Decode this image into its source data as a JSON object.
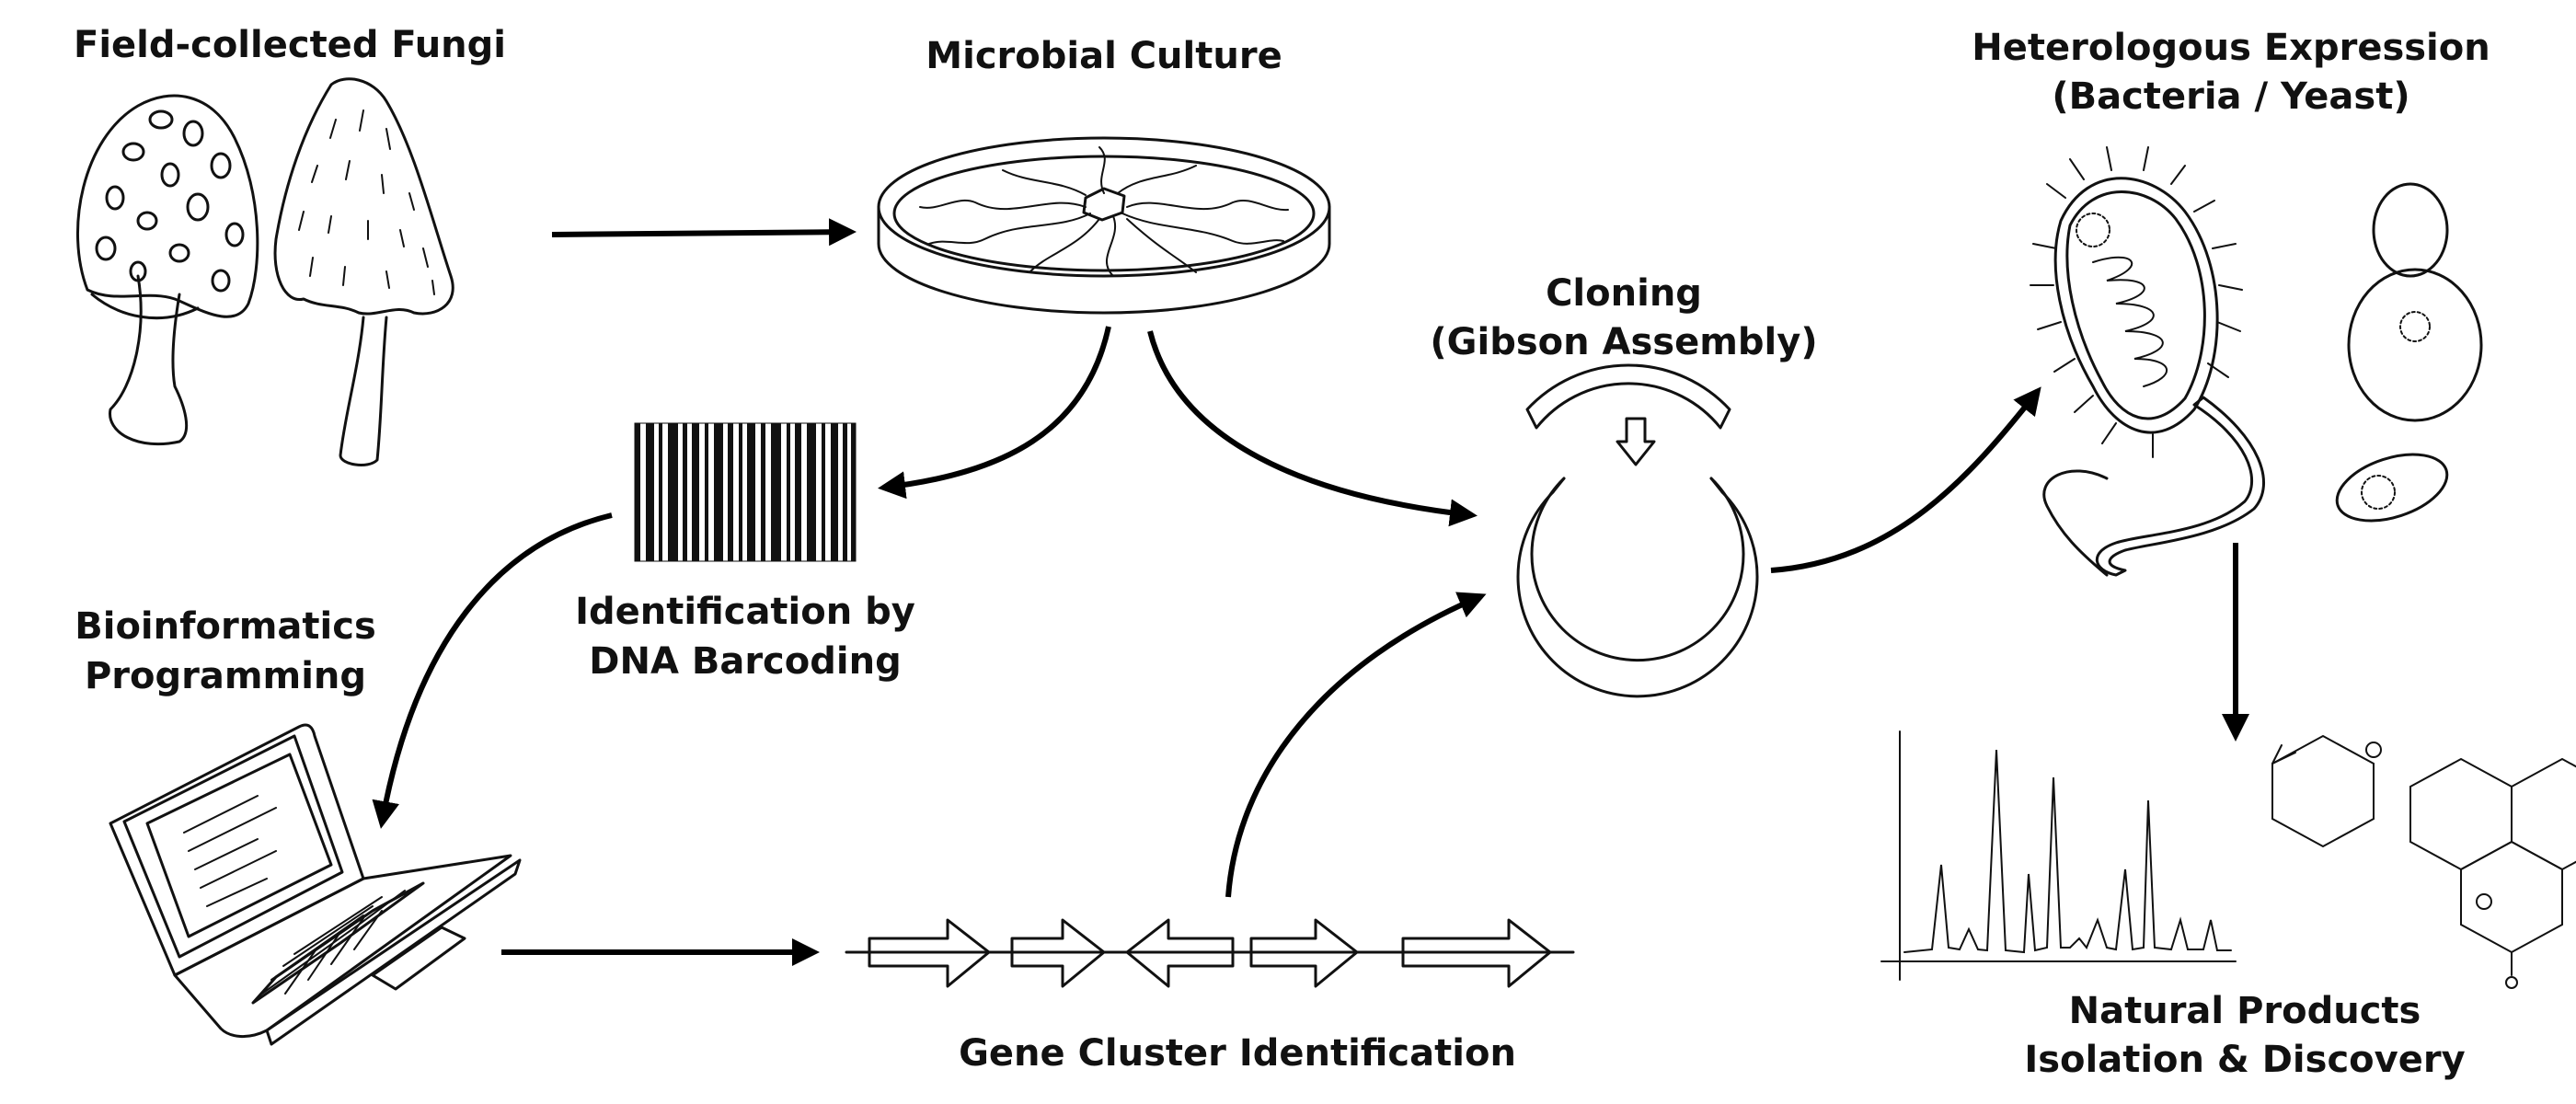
{
  "labels": {
    "fungi": "Field-collected Fungi",
    "culture": "Microbial Culture",
    "expression_1": "Heterologous Expression",
    "expression_2": "(Bacteria / Yeast)",
    "cloning_1": "Cloning",
    "cloning_2": "(Gibson Assembly)",
    "barcoding_1": "Identification by",
    "barcoding_2": "DNA Barcoding",
    "bioinfo_1": "Bioinformatics",
    "bioinfo_2": "Programming",
    "gene_cluster": "Gene Cluster Identification",
    "products_1": "Natural Products",
    "products_2": "Isolation & Discovery"
  },
  "colors": {
    "ink": "#111111",
    "background": "#ffffff"
  },
  "icons": [
    "mushroom-icon",
    "petri-dish-icon",
    "bacterium-icon",
    "yeast-icon",
    "plasmid-icon",
    "barcode-icon",
    "laptop-icon",
    "gene-cluster-icon",
    "chromatogram-icon",
    "molecule-icon"
  ]
}
